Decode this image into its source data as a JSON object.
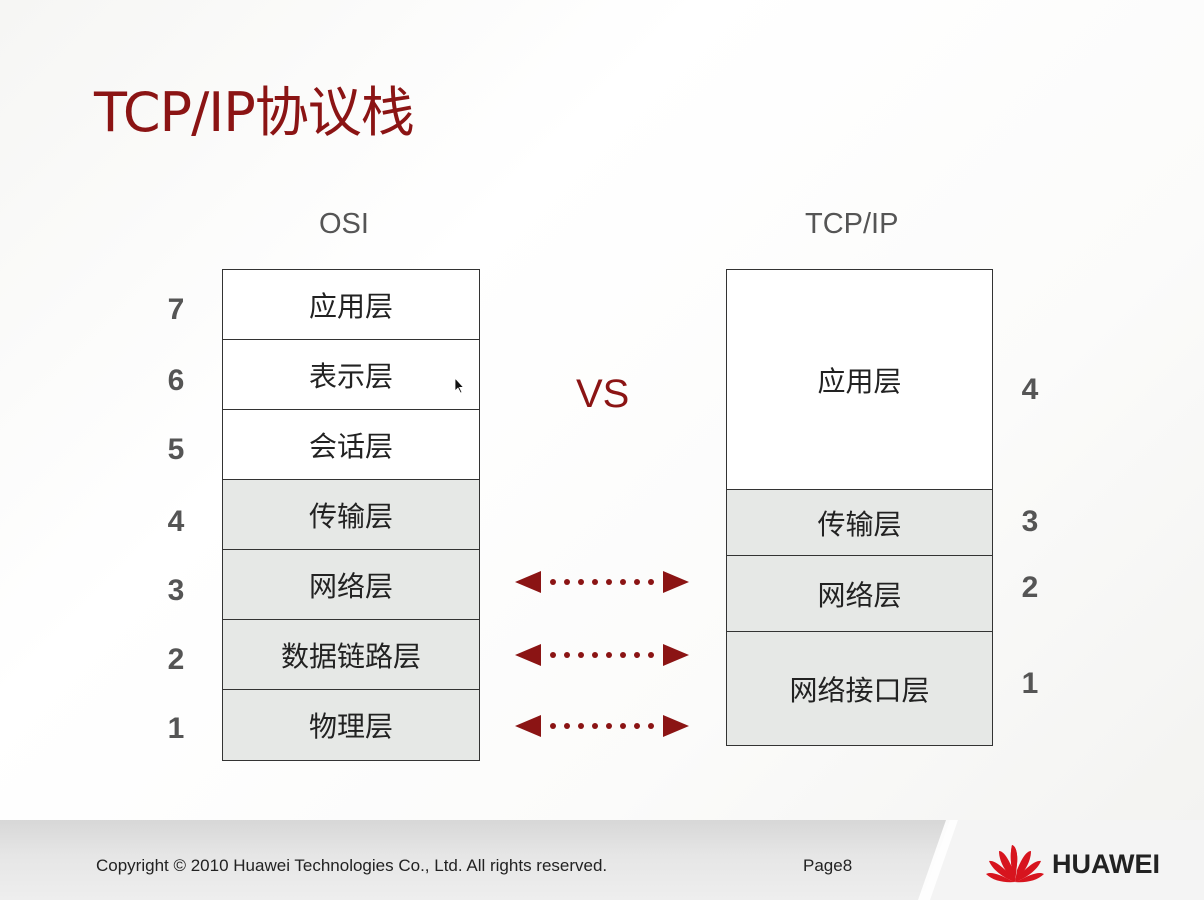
{
  "title": "TCP/IP协议栈",
  "osi": {
    "header": "OSI",
    "layers": [
      {
        "num": "7",
        "label": "应用层"
      },
      {
        "num": "6",
        "label": "表示层"
      },
      {
        "num": "5",
        "label": "会话层"
      },
      {
        "num": "4",
        "label": "传输层"
      },
      {
        "num": "3",
        "label": "网络层"
      },
      {
        "num": "2",
        "label": "数据链路层"
      },
      {
        "num": "1",
        "label": "物理层"
      }
    ]
  },
  "tcpip": {
    "header": "TCP/IP",
    "layers": [
      {
        "num": "4",
        "label": "应用层"
      },
      {
        "num": "3",
        "label": "传输层"
      },
      {
        "num": "2",
        "label": "网络层"
      },
      {
        "num": "1",
        "label": "网络接口层"
      }
    ]
  },
  "vs": "VS",
  "footer": {
    "copyright": "Copyright © 2010 Huawei Technologies Co., Ltd. All rights reserved.",
    "page": "Page8",
    "brand": "HUAWEI"
  },
  "colors": {
    "accent": "#8b1414",
    "shaded_layer": "#e6e8e6",
    "logo_red": "#d7141e"
  }
}
